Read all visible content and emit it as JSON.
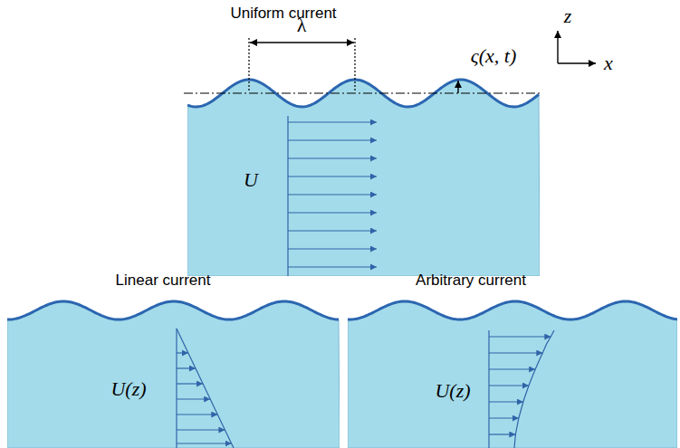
{
  "diagram": {
    "nodes": [
      {
        "text": [
          "Uniform current",
          "U"
        ]
      },
      {
        "text": [
          "Linear current",
          "U(z)"
        ]
      },
      {
        "text": [
          "Arbitrary current",
          "U(z)"
        ]
      }
    ],
    "labels": [
      "λ",
      "ς(x, t)",
      "z",
      "x"
    ]
  }
}
